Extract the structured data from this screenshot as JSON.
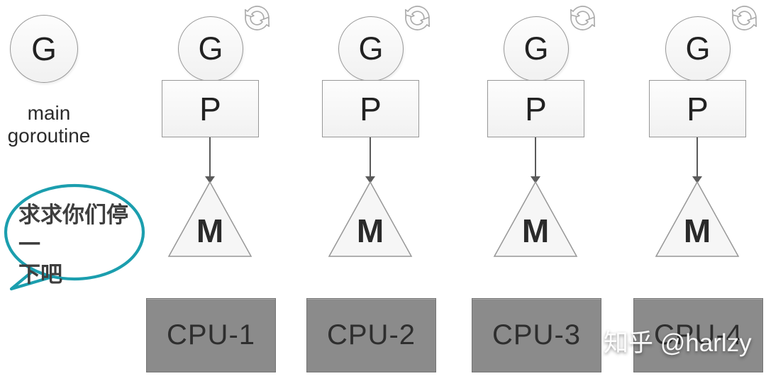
{
  "main_goroutine": {
    "letter": "G",
    "label_line1": "main",
    "label_line2": "goroutine"
  },
  "speech_bubble": {
    "line1": "求求你们停一",
    "line2": "下吧"
  },
  "columns": [
    {
      "goroutine_label": "G",
      "processor_label": "P",
      "machine_label": "M",
      "cpu_label": "CPU-1"
    },
    {
      "goroutine_label": "G",
      "processor_label": "P",
      "machine_label": "M",
      "cpu_label": "CPU-2"
    },
    {
      "goroutine_label": "G",
      "processor_label": "P",
      "machine_label": "M",
      "cpu_label": "CPU-3"
    },
    {
      "goroutine_label": "G",
      "processor_label": "P",
      "machine_label": "M",
      "cpu_label": "CPU-4"
    }
  ],
  "watermark": "知乎 @harlzy",
  "colors": {
    "bubble_accent": "#1b9eae",
    "cpu_fill": "#8b8b8b",
    "shape_stroke": "#979797",
    "icon_stroke": "#ababab"
  }
}
